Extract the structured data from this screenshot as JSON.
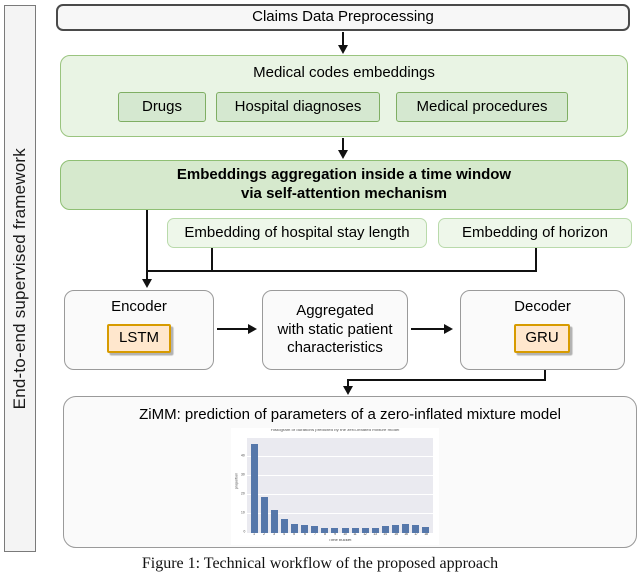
{
  "sidebar": {
    "label": "End-to-end supervised framework"
  },
  "nodes": {
    "claims": {
      "label": "Claims Data Preprocessing"
    },
    "medical_codes": {
      "title": "Medical codes embeddings",
      "items": [
        "Drugs",
        "Hospital diagnoses",
        "Medical procedures"
      ]
    },
    "aggregation": {
      "line1": "Embeddings aggregation inside a time window",
      "line2": "via self-attention mechanism"
    },
    "stay_embedding": {
      "label": "Embedding of hospital stay length"
    },
    "horizon_embedding": {
      "label": "Embedding of horizon"
    },
    "encoder": {
      "title": "Encoder",
      "unit": "LSTM"
    },
    "static": {
      "line1": "Aggregated",
      "line2": "with static patient",
      "line3": "characteristics"
    },
    "decoder": {
      "title": "Decoder",
      "unit": "GRU"
    },
    "zimm": {
      "title": "ZiMM: prediction of parameters of a zero-inflated mixture model"
    }
  },
  "chart_data": {
    "type": "bar",
    "title": "Histogram of durations predicted by the zero-inflated mixture model",
    "xlabel": "Time bucket",
    "ylabel": "proportion",
    "categories": [
      "1",
      "2",
      "3",
      "4",
      "5",
      "6",
      "7",
      "8",
      "9",
      "10",
      "11",
      "12",
      "13",
      "14",
      "15",
      "16",
      "17",
      "18"
    ],
    "values": [
      47,
      19,
      12,
      7.5,
      5,
      4,
      3.5,
      2.8,
      2.8,
      2.8,
      2.8,
      2.5,
      2.8,
      3.5,
      4.2,
      4.8,
      4.2,
      3
    ],
    "ylim": [
      0,
      50
    ],
    "yticks": [
      "0",
      "10",
      "20",
      "30",
      "40"
    ],
    "grid": true,
    "legend": "none",
    "bar_color": "#5577aa",
    "plot_bg": "#eaeaf0"
  },
  "caption": "Figure 1: Technical workflow of the proposed approach",
  "colors": {
    "green_group_fill": "#e9f4e4",
    "green_group_border": "#9ac47f",
    "green_inner_fill": "#d5e8d0",
    "green_mid_fill": "#d6e9cd",
    "unit_fill": "#ffe7cd",
    "unit_border": "#d79b00",
    "bar_blue": "#5577aa",
    "line_black": "#111111"
  }
}
